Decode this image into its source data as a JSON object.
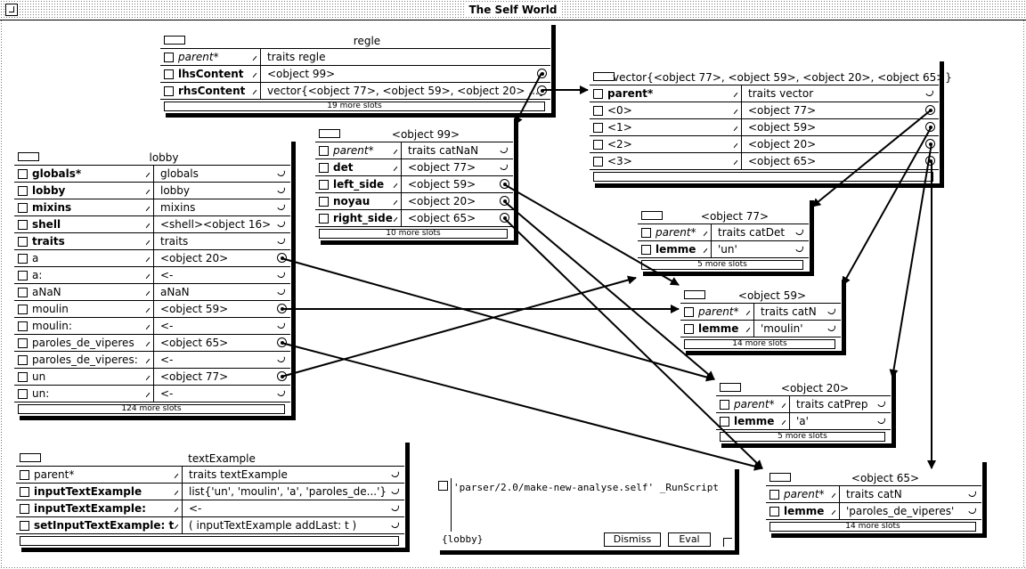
{
  "world": {
    "title": "The Self World"
  },
  "outliners": {
    "regle": {
      "title": "regle",
      "slots": [
        {
          "name": "parent*",
          "value": "traits regle",
          "end": "none"
        },
        {
          "name": "lhsContent",
          "value": "<object 99>",
          "end": "dot"
        },
        {
          "name": "rhsContent",
          "value": "vector{<object 77>, <object 59>, <object 20> ...}",
          "end": "dot"
        }
      ],
      "more": "19 more slots"
    },
    "vector": {
      "title": "vector{<object 77>, <object 59>, <object 20>, <object 65>}",
      "slots": [
        {
          "name": "parent*",
          "value": "traits vector",
          "end": "hook"
        },
        {
          "name": "<0>",
          "value": "<object 77>",
          "end": "dot"
        },
        {
          "name": "<1>",
          "value": "<object 59>",
          "end": "dot"
        },
        {
          "name": "<2>",
          "value": "<object 20>",
          "end": "dot"
        },
        {
          "name": "<3>",
          "value": "<object 65>",
          "end": "dot"
        }
      ],
      "more": ""
    },
    "obj99": {
      "title": "<object 99>",
      "slots": [
        {
          "name": "parent*",
          "value": "traits catNaN",
          "end": "hook"
        },
        {
          "name": "det",
          "value": "<object 77>",
          "end": "hook"
        },
        {
          "name": "left_side",
          "value": "<object 59>",
          "end": "dot"
        },
        {
          "name": "noyau",
          "value": "<object 20>",
          "end": "dot"
        },
        {
          "name": "right_side",
          "value": "<object 65>",
          "end": "dot"
        }
      ],
      "more": "10 more slots"
    },
    "lobby": {
      "title": "lobby",
      "slots": [
        {
          "name": "globals*",
          "value": "globals",
          "end": "hook"
        },
        {
          "name": "lobby",
          "value": "lobby",
          "end": "hook"
        },
        {
          "name": "mixins",
          "value": "mixins",
          "end": "hook"
        },
        {
          "name": "shell",
          "value": "<shell><object 16>",
          "end": "hook"
        },
        {
          "name": "traits",
          "value": "traits",
          "end": "hook"
        },
        {
          "name": "a",
          "value": "<object 20>",
          "end": "dot"
        },
        {
          "name": "a:",
          "value": "<-",
          "end": "hook"
        },
        {
          "name": "aNaN",
          "value": "aNaN",
          "end": "hook"
        },
        {
          "name": "moulin",
          "value": "<object 59>",
          "end": "dot"
        },
        {
          "name": "moulin:",
          "value": "<-",
          "end": "hook"
        },
        {
          "name": "paroles_de_viperes",
          "value": "<object 65>",
          "end": "dot"
        },
        {
          "name": "paroles_de_viperes:",
          "value": "<-",
          "end": "hook"
        },
        {
          "name": "un",
          "value": "<object 77>",
          "end": "dot"
        },
        {
          "name": "un:",
          "value": "<-",
          "end": "hook"
        }
      ],
      "more": "124 more slots"
    },
    "obj77": {
      "title": "<object 77>",
      "slots": [
        {
          "name": "parent*",
          "value": "traits catDet",
          "end": "hook"
        },
        {
          "name": "lemme",
          "value": "'un'",
          "end": "hook"
        }
      ],
      "more": "5 more slots"
    },
    "obj59": {
      "title": "<object 59>",
      "slots": [
        {
          "name": "parent*",
          "value": "traits catN",
          "end": "hook"
        },
        {
          "name": "lemme",
          "value": "'moulin'",
          "end": "hook"
        }
      ],
      "more": "14 more slots"
    },
    "obj20": {
      "title": "<object 20>",
      "slots": [
        {
          "name": "parent*",
          "value": "traits catPrep",
          "end": "hook"
        },
        {
          "name": "lemme",
          "value": "'a'",
          "end": "hook"
        }
      ],
      "more": "5 more slots"
    },
    "obj65": {
      "title": "<object 65>",
      "slots": [
        {
          "name": "parent*",
          "value": "traits catN",
          "end": "hook"
        },
        {
          "name": "lemme",
          "value": "'paroles_de_viperes'",
          "end": "hook"
        }
      ],
      "more": "14 more slots"
    },
    "textExample": {
      "title": "textExample",
      "slots": [
        {
          "name": "parent*",
          "value": "traits textExample",
          "end": "hook"
        },
        {
          "name": "inputTextExample",
          "value": "list{'un', 'moulin', 'a', 'paroles_de...'}",
          "end": "hook"
        },
        {
          "name": "inputTextExample:",
          "value": "<-",
          "end": "hook"
        },
        {
          "name": "setInputTextExample: t",
          "value": "( inputTextExample addLast: t )",
          "end": "hook"
        }
      ],
      "more": ""
    }
  },
  "evaluator": {
    "code": "'parser/2.0/make-new-analyse.self' _RunScript",
    "context": "{lobby}",
    "dismiss_label": "Dismiss",
    "eval_label": "Eval"
  }
}
